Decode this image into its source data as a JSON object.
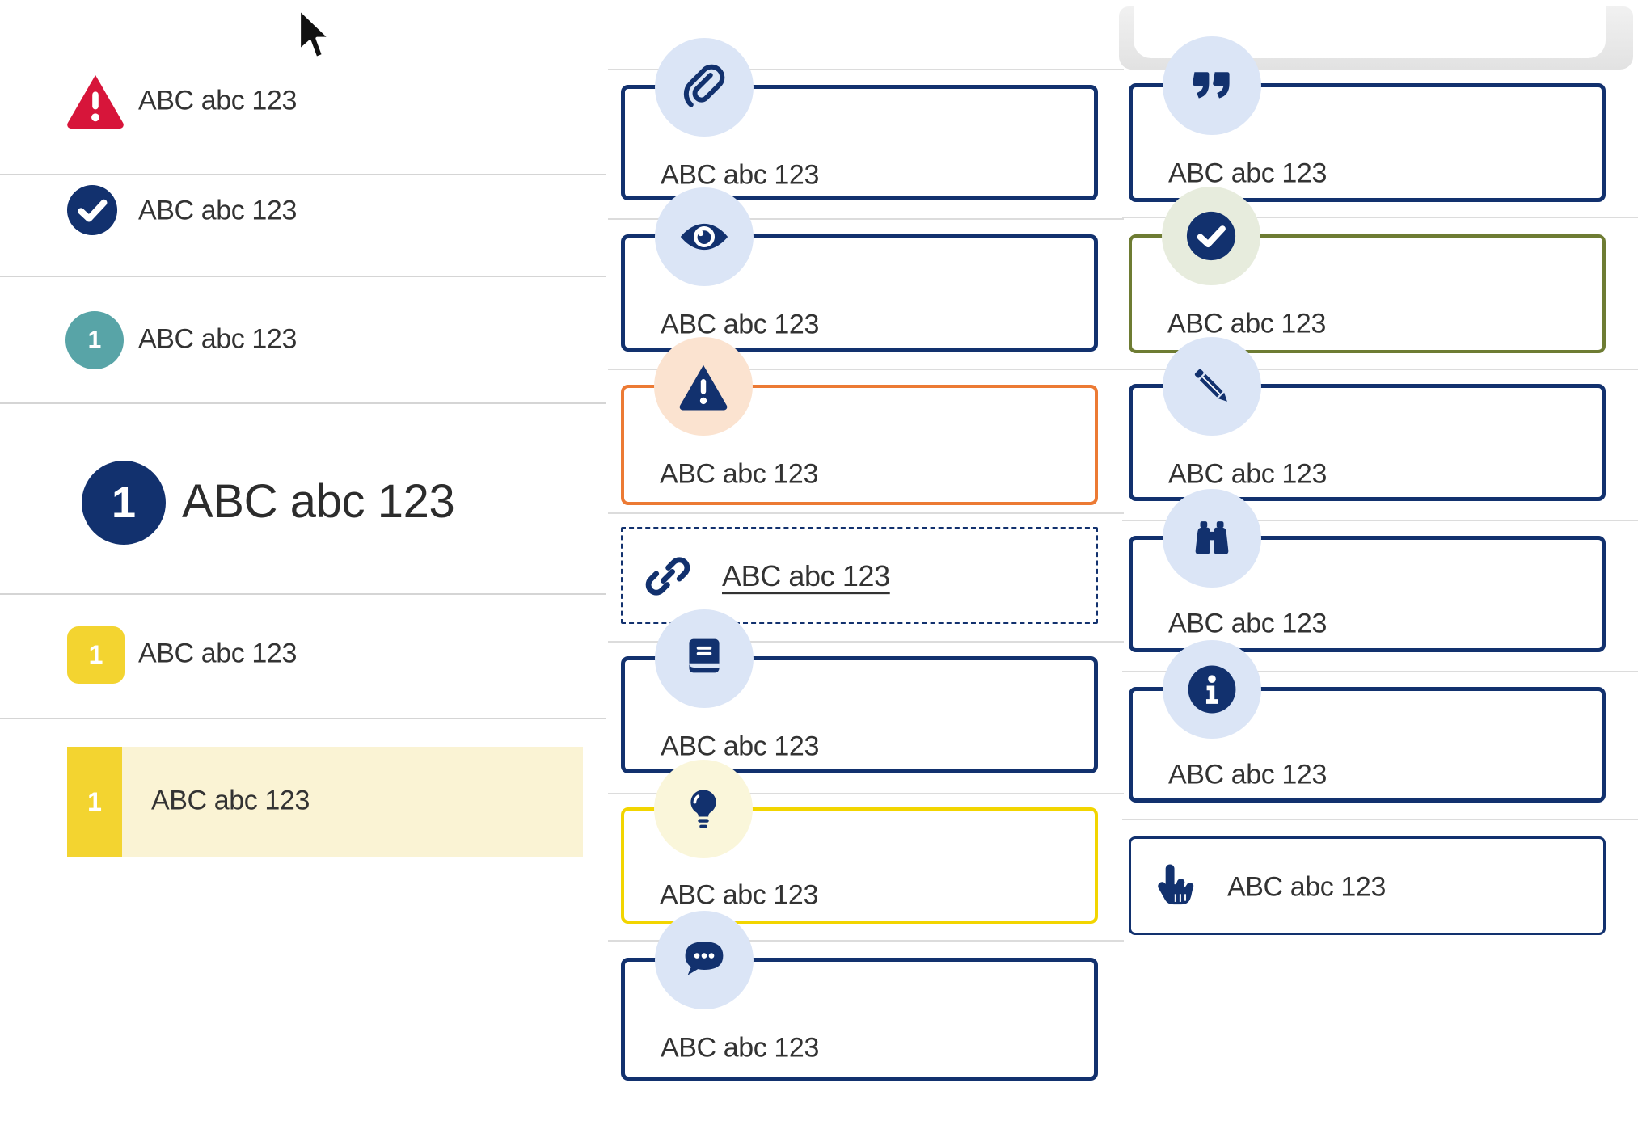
{
  "shared_label": "ABC abc 123",
  "colors": {
    "navy": "#12316e",
    "red": "#d7153a",
    "teal": "#58a4a7",
    "yellow_badge": "#f3d430",
    "highlight_row_bg": "#faf3d4",
    "orange_border": "#ec7a34",
    "olive_border": "#6e7c33",
    "yellow_border": "#f2d500",
    "light_blue_circle": "#dbe5f6",
    "peach_circle": "#fbe3d0",
    "pale_green_circle": "#e7ecdd",
    "pale_yellow_circle": "#faf6da",
    "text": "#333333"
  },
  "left_list": {
    "items": [
      {
        "kind": "icon",
        "icon": "warning-triangle-icon",
        "icon_color": "#d7153a",
        "label": "ABC abc 123"
      },
      {
        "kind": "icon",
        "icon": "check-circle-icon",
        "icon_color": "#12316e",
        "label": "ABC abc 123"
      },
      {
        "kind": "badge",
        "badge": "1",
        "badge_color": "#58a4a7",
        "shape": "circle",
        "label": "ABC abc 123"
      },
      {
        "kind": "badge-large",
        "badge": "1",
        "badge_color": "#12316e",
        "shape": "circle",
        "label": "ABC abc 123"
      },
      {
        "kind": "badge",
        "badge": "1",
        "badge_color": "#f3d430",
        "shape": "square",
        "label": "ABC abc 123"
      },
      {
        "kind": "highlighted",
        "badge": "1",
        "badge_color": "#f3d430",
        "row_bg": "#faf3d4",
        "label": "ABC abc 123"
      }
    ]
  },
  "middle_callouts": [
    {
      "icon": "paperclip-icon",
      "border": "#12316e",
      "circle_bg": "#dbe5f6",
      "label": "ABC abc 123"
    },
    {
      "icon": "eye-icon",
      "border": "#12316e",
      "circle_bg": "#dbe5f6",
      "label": "ABC abc 123"
    },
    {
      "icon": "warning-triangle-icon",
      "border": "#ec7a34",
      "circle_bg": "#fbe3d0",
      "label": "ABC abc 123"
    },
    {
      "icon": "link-icon",
      "style": "dashed-link",
      "border": "#12316e",
      "label": "ABC abc 123"
    },
    {
      "icon": "book-icon",
      "border": "#12316e",
      "circle_bg": "#dbe5f6",
      "label": "ABC abc 123"
    },
    {
      "icon": "lightbulb-icon",
      "border": "#f2d500",
      "circle_bg": "#faf6da",
      "label": "ABC abc 123"
    },
    {
      "icon": "chat-dots-icon",
      "border": "#12316e",
      "circle_bg": "#dbe5f6",
      "label": "ABC abc 123"
    }
  ],
  "right_callouts": [
    {
      "icon": "quote-icon",
      "border": "#12316e",
      "circle_bg": "#dbe5f6",
      "label": "ABC abc 123"
    },
    {
      "icon": "check-circle-icon",
      "border": "#6e7c33",
      "circle_bg": "#e7ecdd",
      "label": "ABC abc 123"
    },
    {
      "icon": "pencil-icon",
      "border": "#12316e",
      "circle_bg": "#dbe5f6",
      "label": "ABC abc 123"
    },
    {
      "icon": "binoculars-icon",
      "border": "#12316e",
      "circle_bg": "#dbe5f6",
      "label": "ABC abc 123"
    },
    {
      "icon": "info-icon",
      "border": "#12316e",
      "circle_bg": "#dbe5f6",
      "label": "ABC abc 123"
    },
    {
      "icon": "hand-pointer-icon",
      "style": "inline-button",
      "border": "#12316e",
      "label": "ABC abc 123"
    }
  ]
}
